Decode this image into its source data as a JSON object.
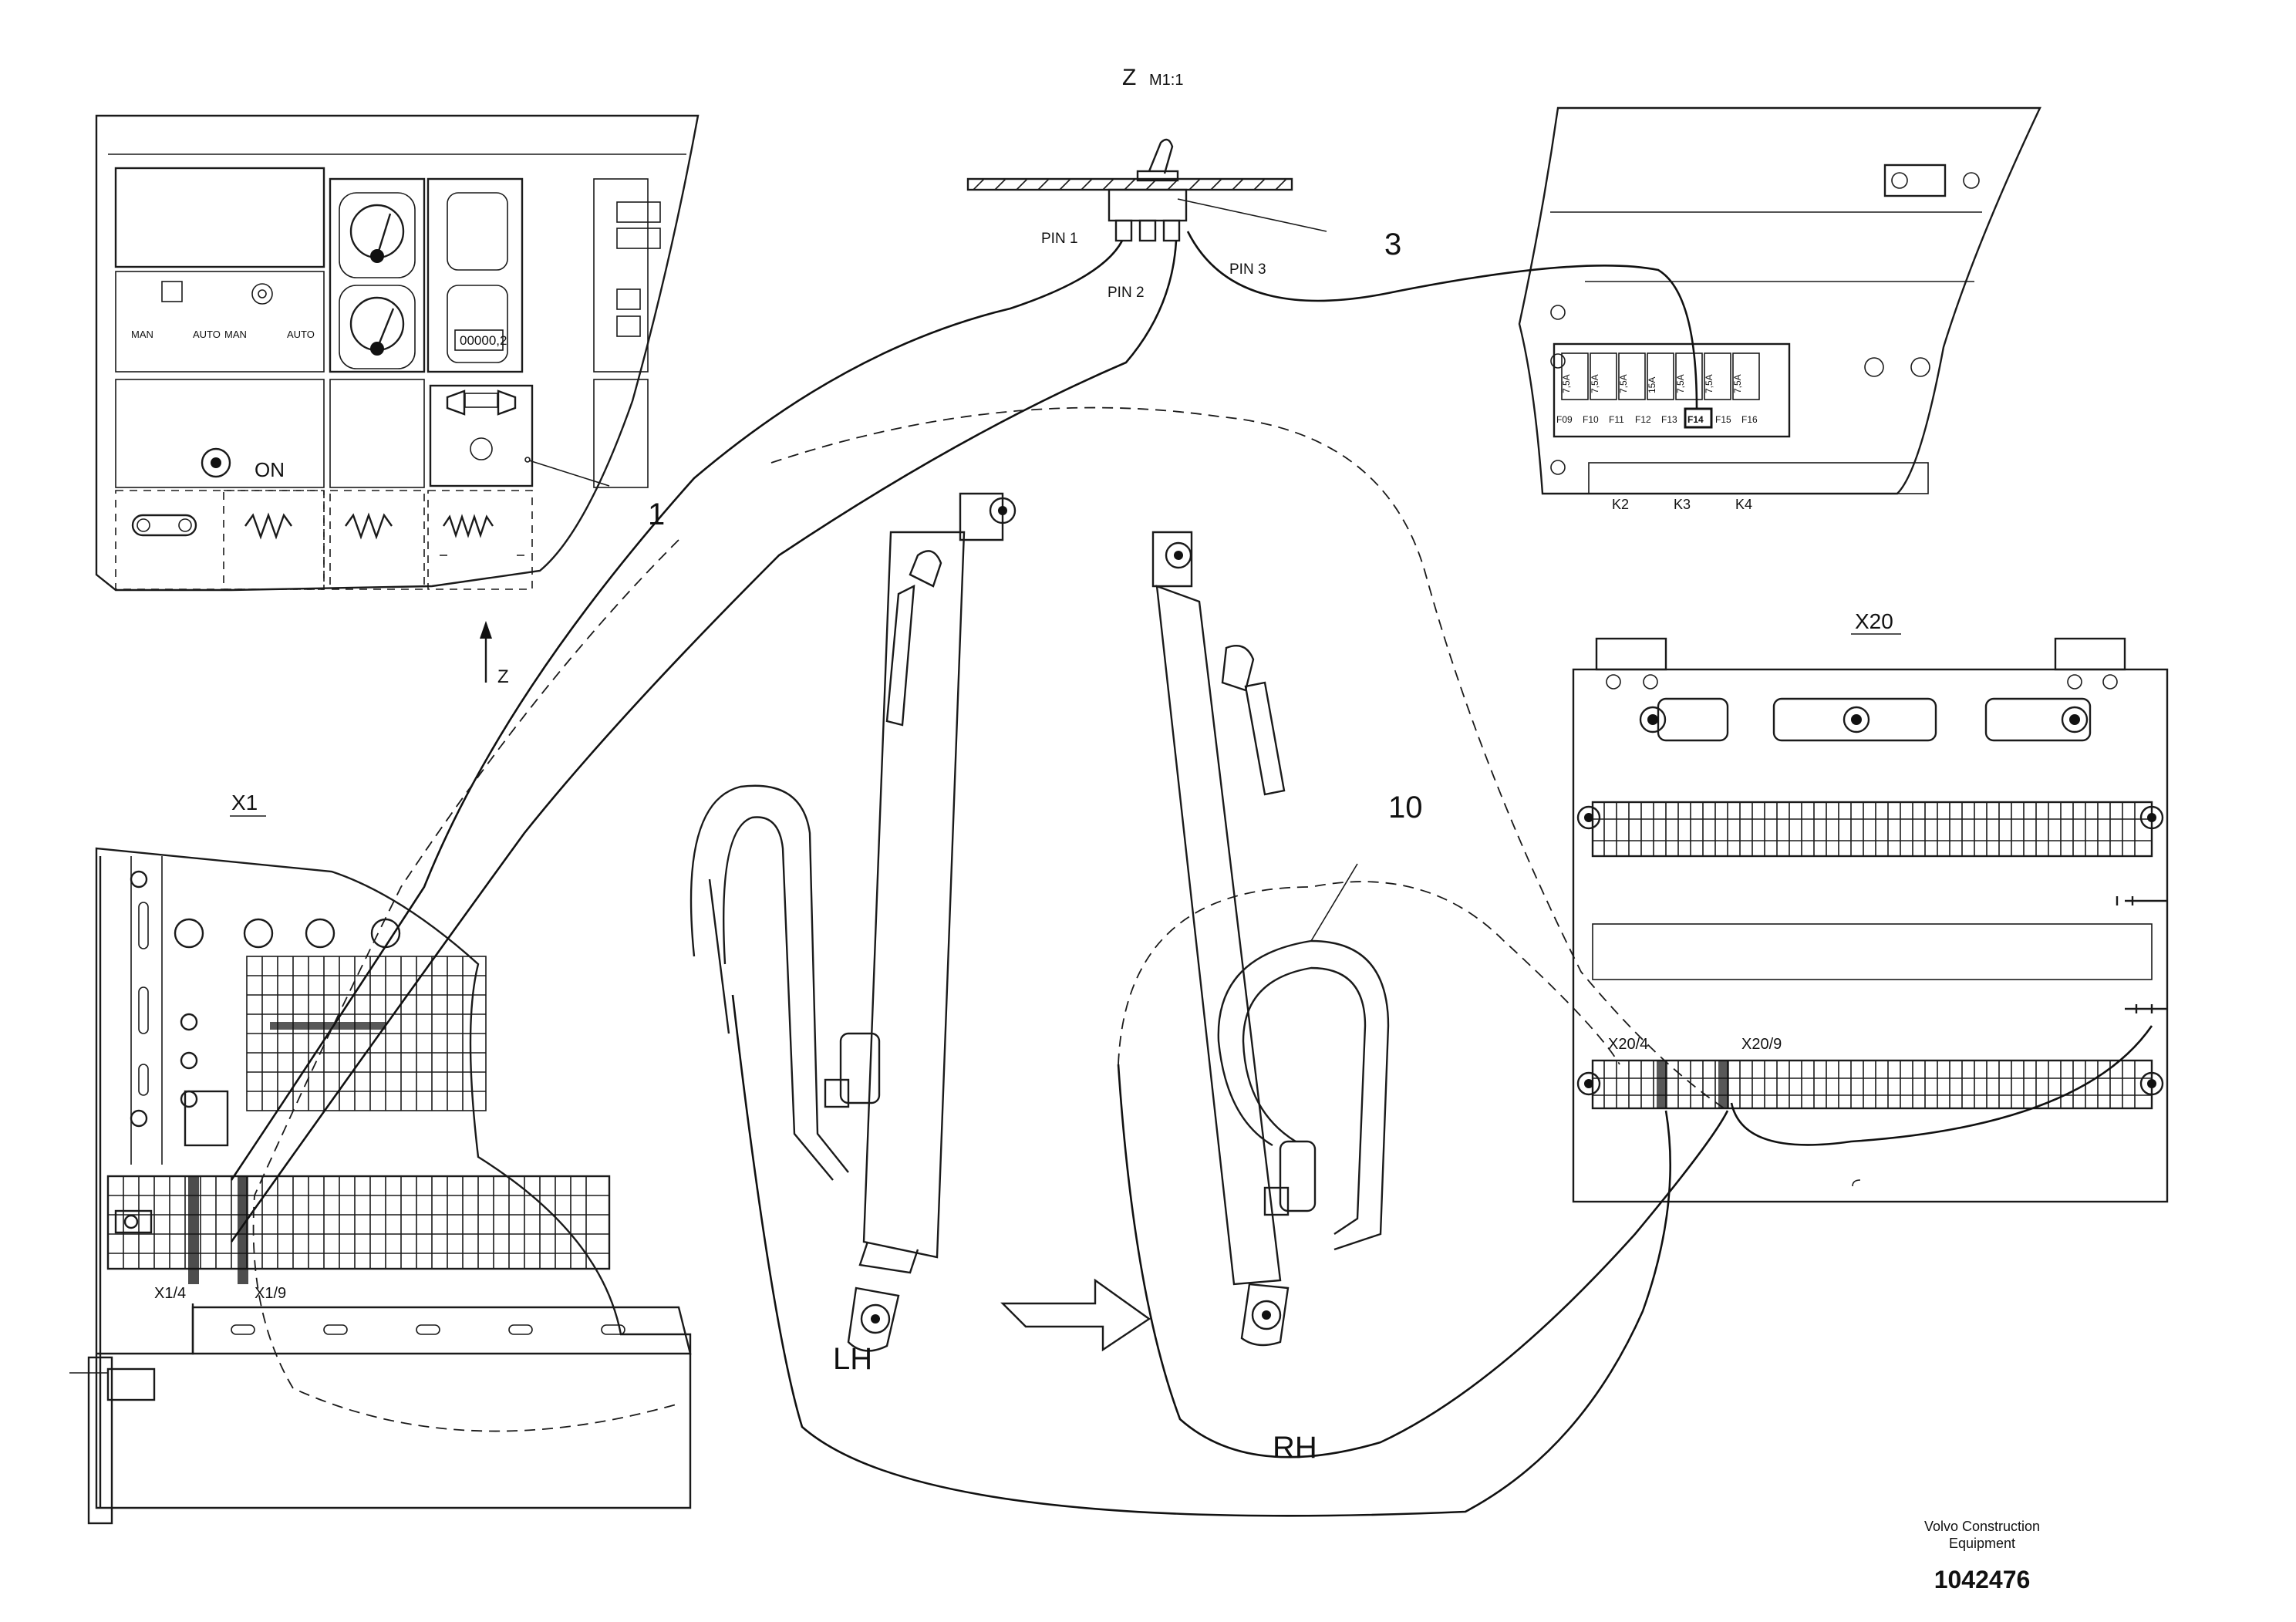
{
  "view": {
    "title": "Z",
    "scale": "M1:1",
    "pins": [
      "PIN 1",
      "PIN 2",
      "PIN 3"
    ],
    "arrow_label": "Z"
  },
  "callouts": [
    "1",
    "3",
    "10"
  ],
  "panel": {
    "labels": [
      "MAN",
      "AUTO",
      "MAN",
      "AUTO",
      "ON"
    ],
    "counter": "00000,2"
  },
  "fuse_box": {
    "ratings": [
      "7,5A",
      "7,5A",
      "7,5A",
      "15A",
      "7,5A",
      "7,5A",
      "7,5A"
    ],
    "fuses": [
      "F09",
      "F10",
      "F11",
      "F12",
      "F13",
      "F14",
      "F15",
      "F16"
    ],
    "relays": [
      "K2",
      "K3",
      "K4"
    ]
  },
  "connectors": {
    "x1": "X1",
    "x1_pins": [
      "X1/4",
      "X1/9"
    ],
    "x20": "X20",
    "x20_pins": [
      "X20/4",
      "X20/9"
    ]
  },
  "cylinders": {
    "left": "LH",
    "right": "RH"
  },
  "footer": {
    "company_line1": "Volvo Construction",
    "company_line2": "Equipment",
    "doc_number": "1042476"
  }
}
